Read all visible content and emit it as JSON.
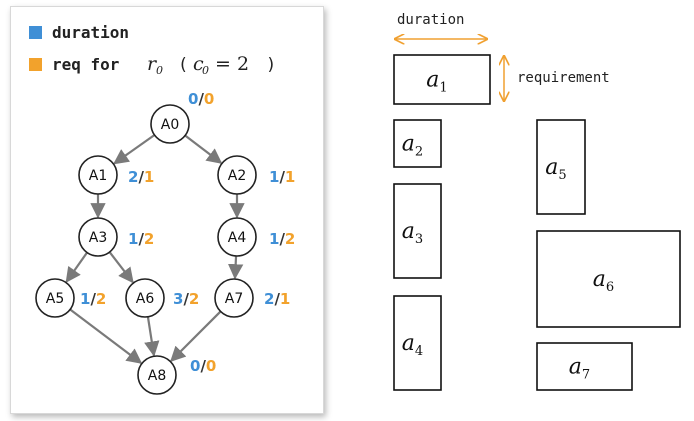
{
  "legend": {
    "duration_label": "duration",
    "req_label_prefix": "req for",
    "req_label_var": "r",
    "req_label_sub": "0",
    "req_label_cond": "c",
    "req_label_cond_sub": "0",
    "req_label_eq": "= 2",
    "open_paren": "(",
    "close_paren": ")"
  },
  "colors": {
    "duration": "#3f8fd6",
    "requirement": "#f2a22c",
    "node_stroke": "#222222",
    "edge": "#7a7a7a",
    "arrow_annot": "#f0a030"
  },
  "nodes": [
    {
      "id": "A0",
      "duration": "0",
      "req": "0"
    },
    {
      "id": "A1",
      "duration": "2",
      "req": "1"
    },
    {
      "id": "A2",
      "duration": "1",
      "req": "1"
    },
    {
      "id": "A3",
      "duration": "1",
      "req": "2"
    },
    {
      "id": "A4",
      "duration": "1",
      "req": "2"
    },
    {
      "id": "A5",
      "duration": "1",
      "req": "2"
    },
    {
      "id": "A6",
      "duration": "3",
      "req": "2"
    },
    {
      "id": "A7",
      "duration": "2",
      "req": "1"
    },
    {
      "id": "A8",
      "duration": "0",
      "req": "0"
    }
  ],
  "edges": [
    [
      "A0",
      "A1"
    ],
    [
      "A0",
      "A2"
    ],
    [
      "A1",
      "A3"
    ],
    [
      "A2",
      "A4"
    ],
    [
      "A3",
      "A5"
    ],
    [
      "A3",
      "A6"
    ],
    [
      "A4",
      "A7"
    ],
    [
      "A5",
      "A8"
    ],
    [
      "A6",
      "A8"
    ],
    [
      "A7",
      "A8"
    ]
  ],
  "separator": "/",
  "right": {
    "duration_label": "duration",
    "requirement_label": "requirement",
    "boxes": [
      {
        "id": "a1",
        "letter": "a",
        "sub": "1"
      },
      {
        "id": "a2",
        "letter": "a",
        "sub": "2"
      },
      {
        "id": "a3",
        "letter": "a",
        "sub": "3"
      },
      {
        "id": "a4",
        "letter": "a",
        "sub": "4"
      },
      {
        "id": "a5",
        "letter": "a",
        "sub": "5"
      },
      {
        "id": "a6",
        "letter": "a",
        "sub": "6"
      },
      {
        "id": "a7",
        "letter": "a",
        "sub": "7"
      }
    ]
  }
}
